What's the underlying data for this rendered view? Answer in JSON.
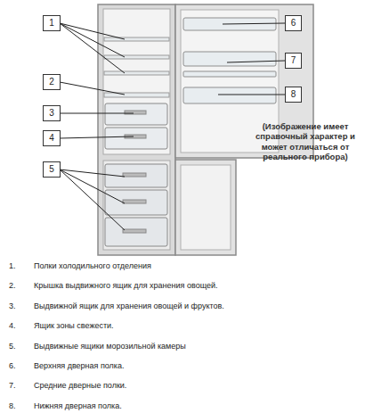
{
  "diagram": {
    "nodes": [
      {
        "text": [
          "1"
        ]
      },
      {
        "text": [
          "2"
        ]
      },
      {
        "text": [
          "3"
        ]
      },
      {
        "text": [
          "4"
        ]
      },
      {
        "text": [
          "5"
        ]
      },
      {
        "text": [
          "6"
        ]
      },
      {
        "text": [
          "7"
        ]
      },
      {
        "text": [
          "8"
        ]
      }
    ],
    "labels": [
      "(Изображение имеет справочный характер и может отличаться от реального прибора)",
      "1.",
      "Полки холодильного отделения",
      "2.",
      "Крышка выдвижного ящик для хранения овощей.",
      "3.",
      "Выдвижной ящик для хранения овощей и фруктов.",
      "4.",
      "Ящик зоны свежести.",
      "5.",
      "Выдвижные ящики морозильной камеры",
      "6.",
      "Верхняя дверная полка.",
      "7.",
      "Средние дверные полки.",
      "8.",
      "Нижняя дверная полка."
    ]
  }
}
